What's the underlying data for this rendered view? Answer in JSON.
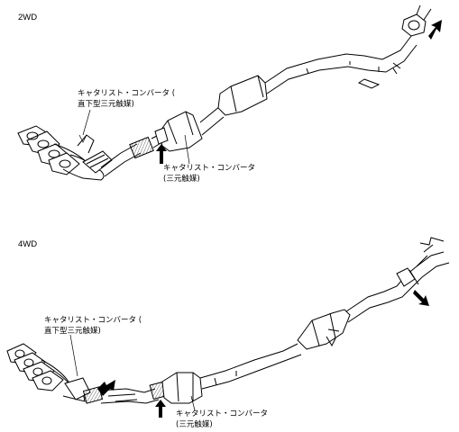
{
  "sections": [
    {
      "id": "2wd",
      "title": "2WD",
      "labels": {
        "manifold_converter": [
          "キャタリスト・コンバータ (",
          "直下型三元触媒)"
        ],
        "main_converter": [
          "キャタリスト・コンバータ",
          "(三元触媒)"
        ]
      },
      "arrow_count": 2
    },
    {
      "id": "4wd",
      "title": "4WD",
      "labels": {
        "manifold_converter": [
          "キャタリスト・コンバータ (",
          "直下型三元触媒)"
        ],
        "main_converter": [
          "キャタリスト・コンバータ",
          "(三元触媒)"
        ]
      },
      "arrow_count": 3
    }
  ]
}
